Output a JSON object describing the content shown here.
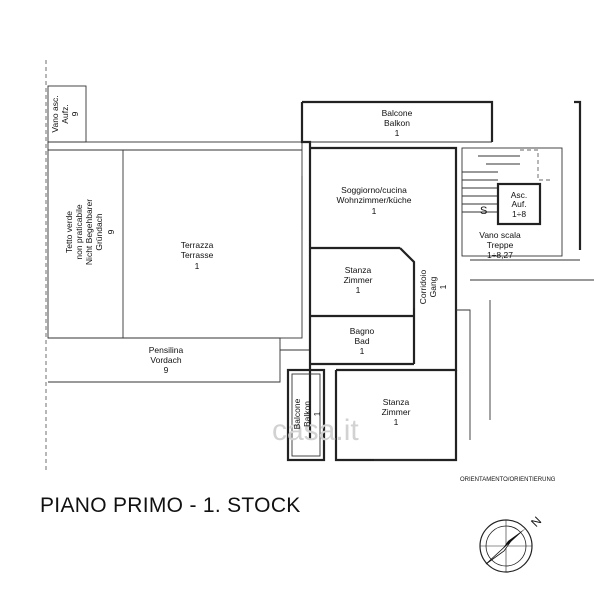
{
  "title": "PIANO PRIMO - 1. STOCK",
  "orientation_label": "ORIENTAMENTO/ORIENTIERUNG",
  "north_label": "N",
  "watermark": "casa.it",
  "rooms": {
    "vano_asc_left": [
      "Vano asc.",
      "Aufz.",
      "9"
    ],
    "tetto_verde": [
      "Tetto verde",
      "non praticabile",
      "Nicht Begehbarer",
      "Gründach",
      "9"
    ],
    "terrazza": [
      "Terrazza",
      "Terrasse",
      "1"
    ],
    "pensilina": [
      "Pensilina",
      "Vordach",
      "9"
    ],
    "balcone_top": [
      "Balcone",
      "Balkon",
      "1"
    ],
    "soggiorno": [
      "Soggiorno/cucina",
      "Wohnzimmer/küche",
      "1"
    ],
    "asc_auf": [
      "Asc.",
      "Auf.",
      "1÷8"
    ],
    "stair_symbol": "S",
    "vano_scala": [
      "Vano scala",
      "Treppe",
      "1÷8,27"
    ],
    "stanza_1": [
      "Stanza",
      "Zimmer",
      "1"
    ],
    "corridoio": [
      "Corridoio",
      "Gang",
      "1"
    ],
    "bagno": [
      "Bagno",
      "Bad",
      "1"
    ],
    "balcone_left": [
      "Balcone",
      "Balkon",
      "1"
    ],
    "stanza_2": [
      "Stanza",
      "Zimmer",
      "1"
    ]
  }
}
